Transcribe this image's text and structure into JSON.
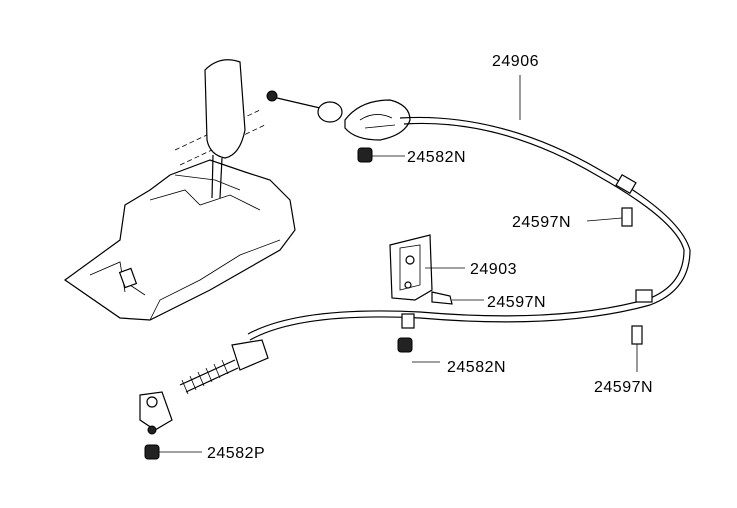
{
  "diagram": {
    "labels": {
      "cable_assembly": "24906",
      "nut_upper": "24582N",
      "bolt_clip_right": "24597N",
      "bracket": "24903",
      "bolt_bracket": "24597N",
      "nut_lower": "24582N",
      "bolt_clip_bottom": "24597N",
      "nut_end": "24582P"
    }
  }
}
